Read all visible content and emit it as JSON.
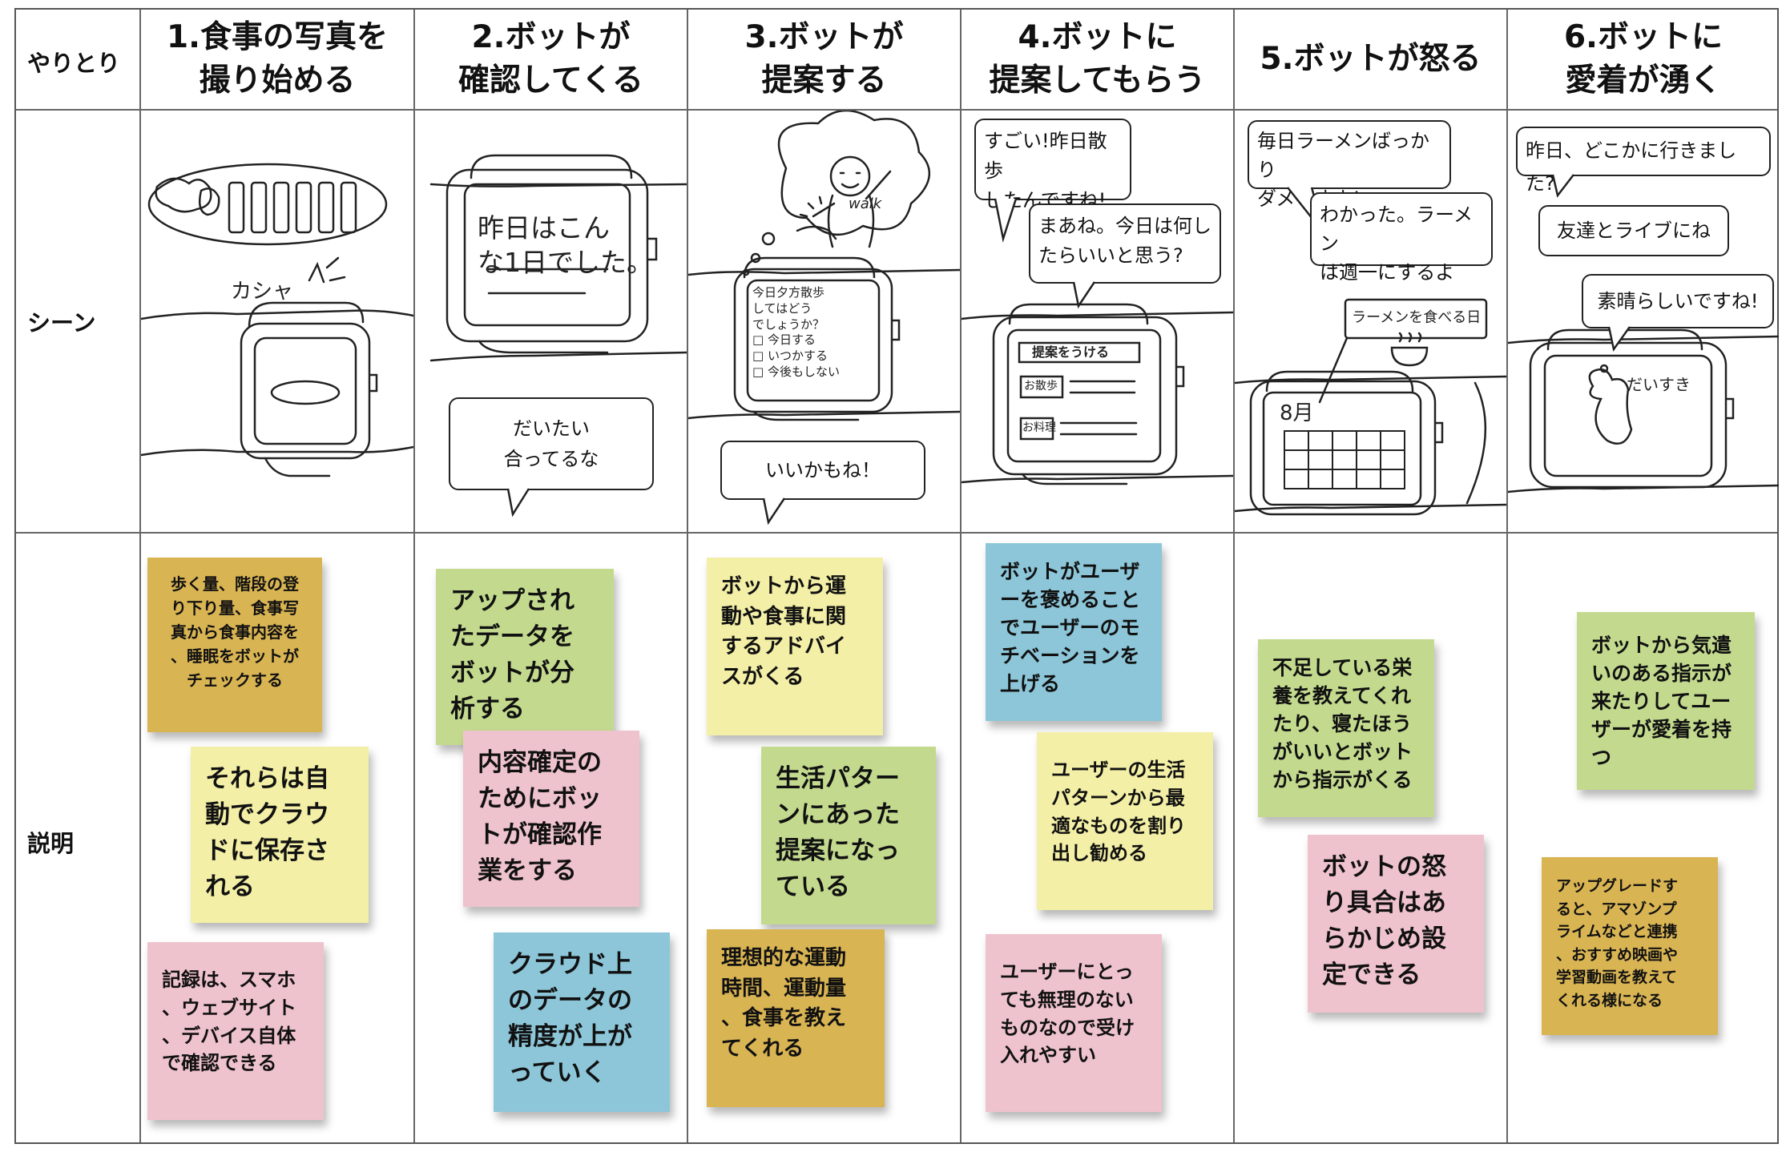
{
  "row_labels": {
    "interaction": "やりとり",
    "scene": "シーン",
    "description": "説明"
  },
  "colors": {
    "pink": "#efc3ce",
    "yellow": "#f3efa6",
    "green": "#c3da8e",
    "blue": "#8cc6d8",
    "orange": "#d9b453"
  },
  "columns": [
    {
      "title": "1.食事の写真を\n撮り始める",
      "hand": {
        "sound": "カシャ"
      },
      "notes": [
        {
          "text": "歩く量、階段の登\nり下り量、食事写\n真から食事内容を\n、睡眠をボットが\nチェックする",
          "color": "orange"
        },
        {
          "text": "それらは自\n動でクラウ\nドに保存さ\nれる",
          "color": "yellow"
        },
        {
          "text": "記録は、スマホ\n、ウェブサイト\n、デバイス自体\nで確認できる",
          "color": "pink"
        }
      ]
    },
    {
      "title": "2.ボットが\n確認してくる",
      "hand": {
        "screen": "昨日はこん\nな1日でした。"
      },
      "bubbles": [
        "だいたい\n合ってるな"
      ],
      "notes": [
        {
          "text": "アップされ\nたデータを\nボットが分\n析する",
          "color": "green"
        },
        {
          "text": "内容確定の\nためにボッ\nトが確認作\n業をする",
          "color": "pink"
        },
        {
          "text": "クラウド上\nのデータの\n精度が上が\nっていく",
          "color": "blue"
        }
      ]
    },
    {
      "title": "3.ボットが\n提案する",
      "hand": {
        "screen": "今日夕方散歩\nしてはどう\nでしょうか？\n□ 今日する\n□ いつかする\n□ 今後もしない",
        "walk": "walk"
      },
      "bubbles": [
        "いいかもね！"
      ],
      "notes": [
        {
          "text": "ボットから運\n動や食事に関\nするアドバイ\nスがくる",
          "color": "yellow"
        },
        {
          "text": "生活パター\nンにあった\n提案になっ\nている",
          "color": "green"
        },
        {
          "text": "理想的な運動\n時間、運動量\n、食事を教え\nてくれる",
          "color": "orange"
        }
      ]
    },
    {
      "title": "4.ボットに\n提案してもらう",
      "hand": {
        "screen": "提案をうける",
        "opt1": "お散歩",
        "opt2": "お料理"
      },
      "bubbles": [
        "すごい!昨日散歩\nしたんですね!",
        "まあね。今日は何し\nたらいいと思う?"
      ],
      "notes": [
        {
          "text": "ボットがユーザ\nーを褒めること\nでユーザーのモ\nチベーションを\n上げる",
          "color": "blue"
        },
        {
          "text": "ユーザーの生活\nパターンから最\n適なものを割り\n出し勧める",
          "color": "yellow"
        },
        {
          "text": "ユーザーにとっ\nても無理のない\nものなので受け\n入れやすい",
          "color": "pink"
        }
      ]
    },
    {
      "title": "5.ボットが怒る",
      "hand": {
        "ramen": "ラーメンを食べる日",
        "month": "8月"
      },
      "bubbles": [
        "毎日ラーメンばっかり\nダメですよ!",
        "わかった。ラーメン\nは週一にするよ"
      ],
      "notes": [
        {
          "text": "不足している栄\n養を教えてくれ\nたり、寝たほう\nがいいとボット\nから指示がくる",
          "color": "green"
        },
        {
          "text": "ボットの怒\nり具合はあ\nらかじめ設\n定できる",
          "color": "pink"
        }
      ]
    },
    {
      "title": "6.ボットに\n愛着が湧く",
      "hand": {
        "screen": "だいすき"
      },
      "bubbles": [
        "昨日、どこかに行きました?",
        "友達とライブにね",
        "素晴らしいですね!"
      ],
      "notes": [
        {
          "text": "ボットから気遣\nいのある指示が\n来たりしてユー\nザーが愛着を持\nつ",
          "color": "green"
        },
        {
          "text": "アップグレードす\nると、アマゾンプ\nライムなどと連携\n、おすすめ映画や\n学習動画を教えて\nくれる様になる",
          "color": "orange"
        }
      ]
    }
  ]
}
